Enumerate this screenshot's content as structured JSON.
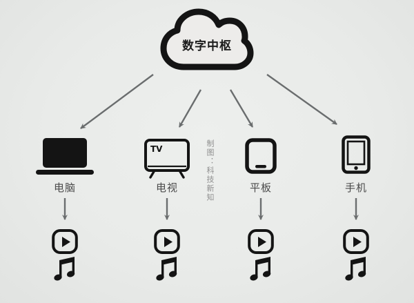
{
  "cloud": {
    "label": "数字中枢"
  },
  "credit": {
    "text": "制图：科技新知"
  },
  "devices": [
    {
      "label": "电脑"
    },
    {
      "label": "电视",
      "icon_text": "TV"
    },
    {
      "label": "平板"
    },
    {
      "label": "手机"
    }
  ],
  "colors": {
    "background": "#e9ebe9",
    "icon": "#141414",
    "cloud_fill": "#edecea",
    "arrow": "#6a6d6e",
    "label_text": "#4a4a4a",
    "credit_text": "#8f8f8f"
  }
}
